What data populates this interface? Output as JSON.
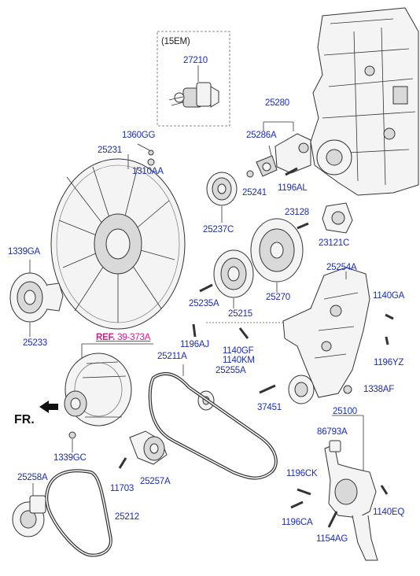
{
  "inset_title": "(15EM)",
  "fr_label": "FR.",
  "ref_label": {
    "prefix": "REF.",
    "code": "39-373A"
  },
  "labels": {
    "p27210": "27210",
    "p25280": "25280",
    "p25286A": "25286A",
    "p1360GG": "1360GG",
    "p1310AA": "1310AA",
    "p25231": "25231",
    "p25241": "25241",
    "p1196AL": "1196AL",
    "p25237C": "25237C",
    "p23128": "23128",
    "p23121C": "23121C",
    "p1339GA": "1339GA",
    "p25270": "25270",
    "p25254A": "25254A",
    "p25235A": "25235A",
    "p25215": "25215",
    "p1140GA": "1140GA",
    "p25233": "25233",
    "p1196AJ": "1196AJ",
    "p1140GF": "1140GF",
    "p1140KM": "1140KM",
    "p1196YZ": "1196YZ",
    "p25211A": "25211A",
    "p25255A": "25255A",
    "p1338AF": "1338AF",
    "p37451": "37451",
    "p25100": "25100",
    "p86793A": "86793A",
    "p1339GC": "1339GC",
    "p25258A": "25258A",
    "p11703": "11703",
    "p25257A": "25257A",
    "p1196CK": "1196CK",
    "p25212": "25212",
    "p1140EQ": "1140EQ",
    "p1196CA": "1196CA",
    "p1154AG": "1154AG"
  },
  "icons": [
    "engine-block",
    "fan-blade",
    "fan-clutch",
    "alternator",
    "water-pump",
    "tensioner",
    "pulley",
    "damper-pulley",
    "bracket",
    "belt",
    "bolt",
    "nut",
    "actuator",
    "arrow-left"
  ],
  "colors": {
    "label": "#1a2db8",
    "ref": "#d61b8c",
    "line": "#333333"
  }
}
